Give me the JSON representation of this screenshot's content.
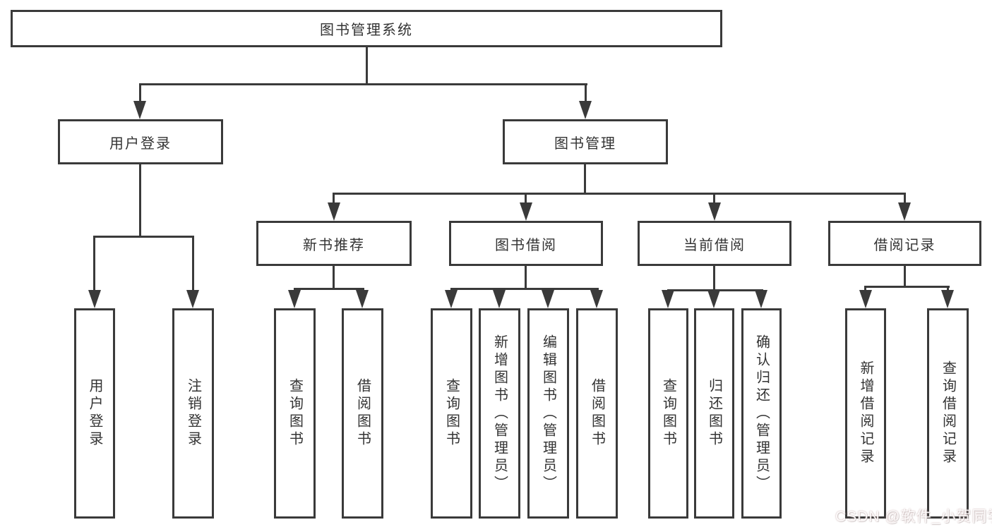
{
  "diagram": {
    "root": "图书管理系统",
    "level2": {
      "user_login": "用户登录",
      "book_mgmt": "图书管理"
    },
    "level3": {
      "new_books": "新书推荐",
      "book_borrow": "图书借阅",
      "current_borrow": "当前借阅",
      "borrow_records": "借阅记录"
    },
    "leaves": {
      "user_login": [
        "用户登录",
        "注销登录"
      ],
      "new_books": [
        "查询图书",
        "借阅图书"
      ],
      "book_borrow": [
        "查询图书",
        "新增图书（管理员）",
        "编辑图书（管理员）",
        "借阅图书"
      ],
      "current_borrow": [
        "查询图书",
        "归还图书",
        "确认归还（管理员）"
      ],
      "borrow_records": [
        "新增借阅记录",
        "查询借阅记录"
      ]
    },
    "watermark": "CSDN @软件_小贺同学",
    "colors": {
      "line": "#3a3a3a",
      "text": "#333333",
      "background": "#ffffff",
      "watermark_text": "#f0ecec"
    }
  }
}
